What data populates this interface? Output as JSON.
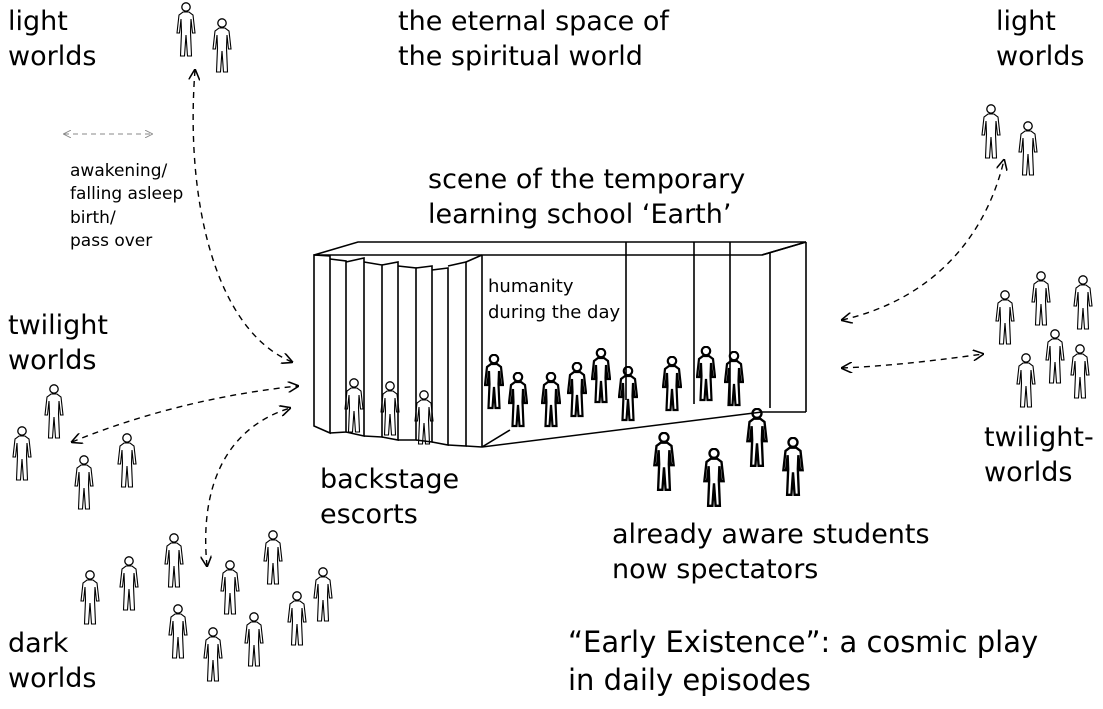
{
  "labels": {
    "light_worlds_left": "light\nworlds",
    "light_worlds_right": "light\nworlds",
    "eternal_space": "the eternal space of\nthe spiritual world",
    "legend_text": "awakening/\nfalling asleep\nbirth/\npass over",
    "scene": "scene of the temporary\nlearning school ‘Earth’",
    "twilight_worlds_left": "twilight\nworlds",
    "twilight_worlds_right": "twilight-\nworlds",
    "humanity": "humanity\nduring the day",
    "backstage": "backstage\nescorts",
    "spectators": "already aware students\nnow spectators",
    "dark_worlds": "dark\nworlds",
    "caption": "“Early Existence”: a cosmic play\nin daily episodes"
  }
}
